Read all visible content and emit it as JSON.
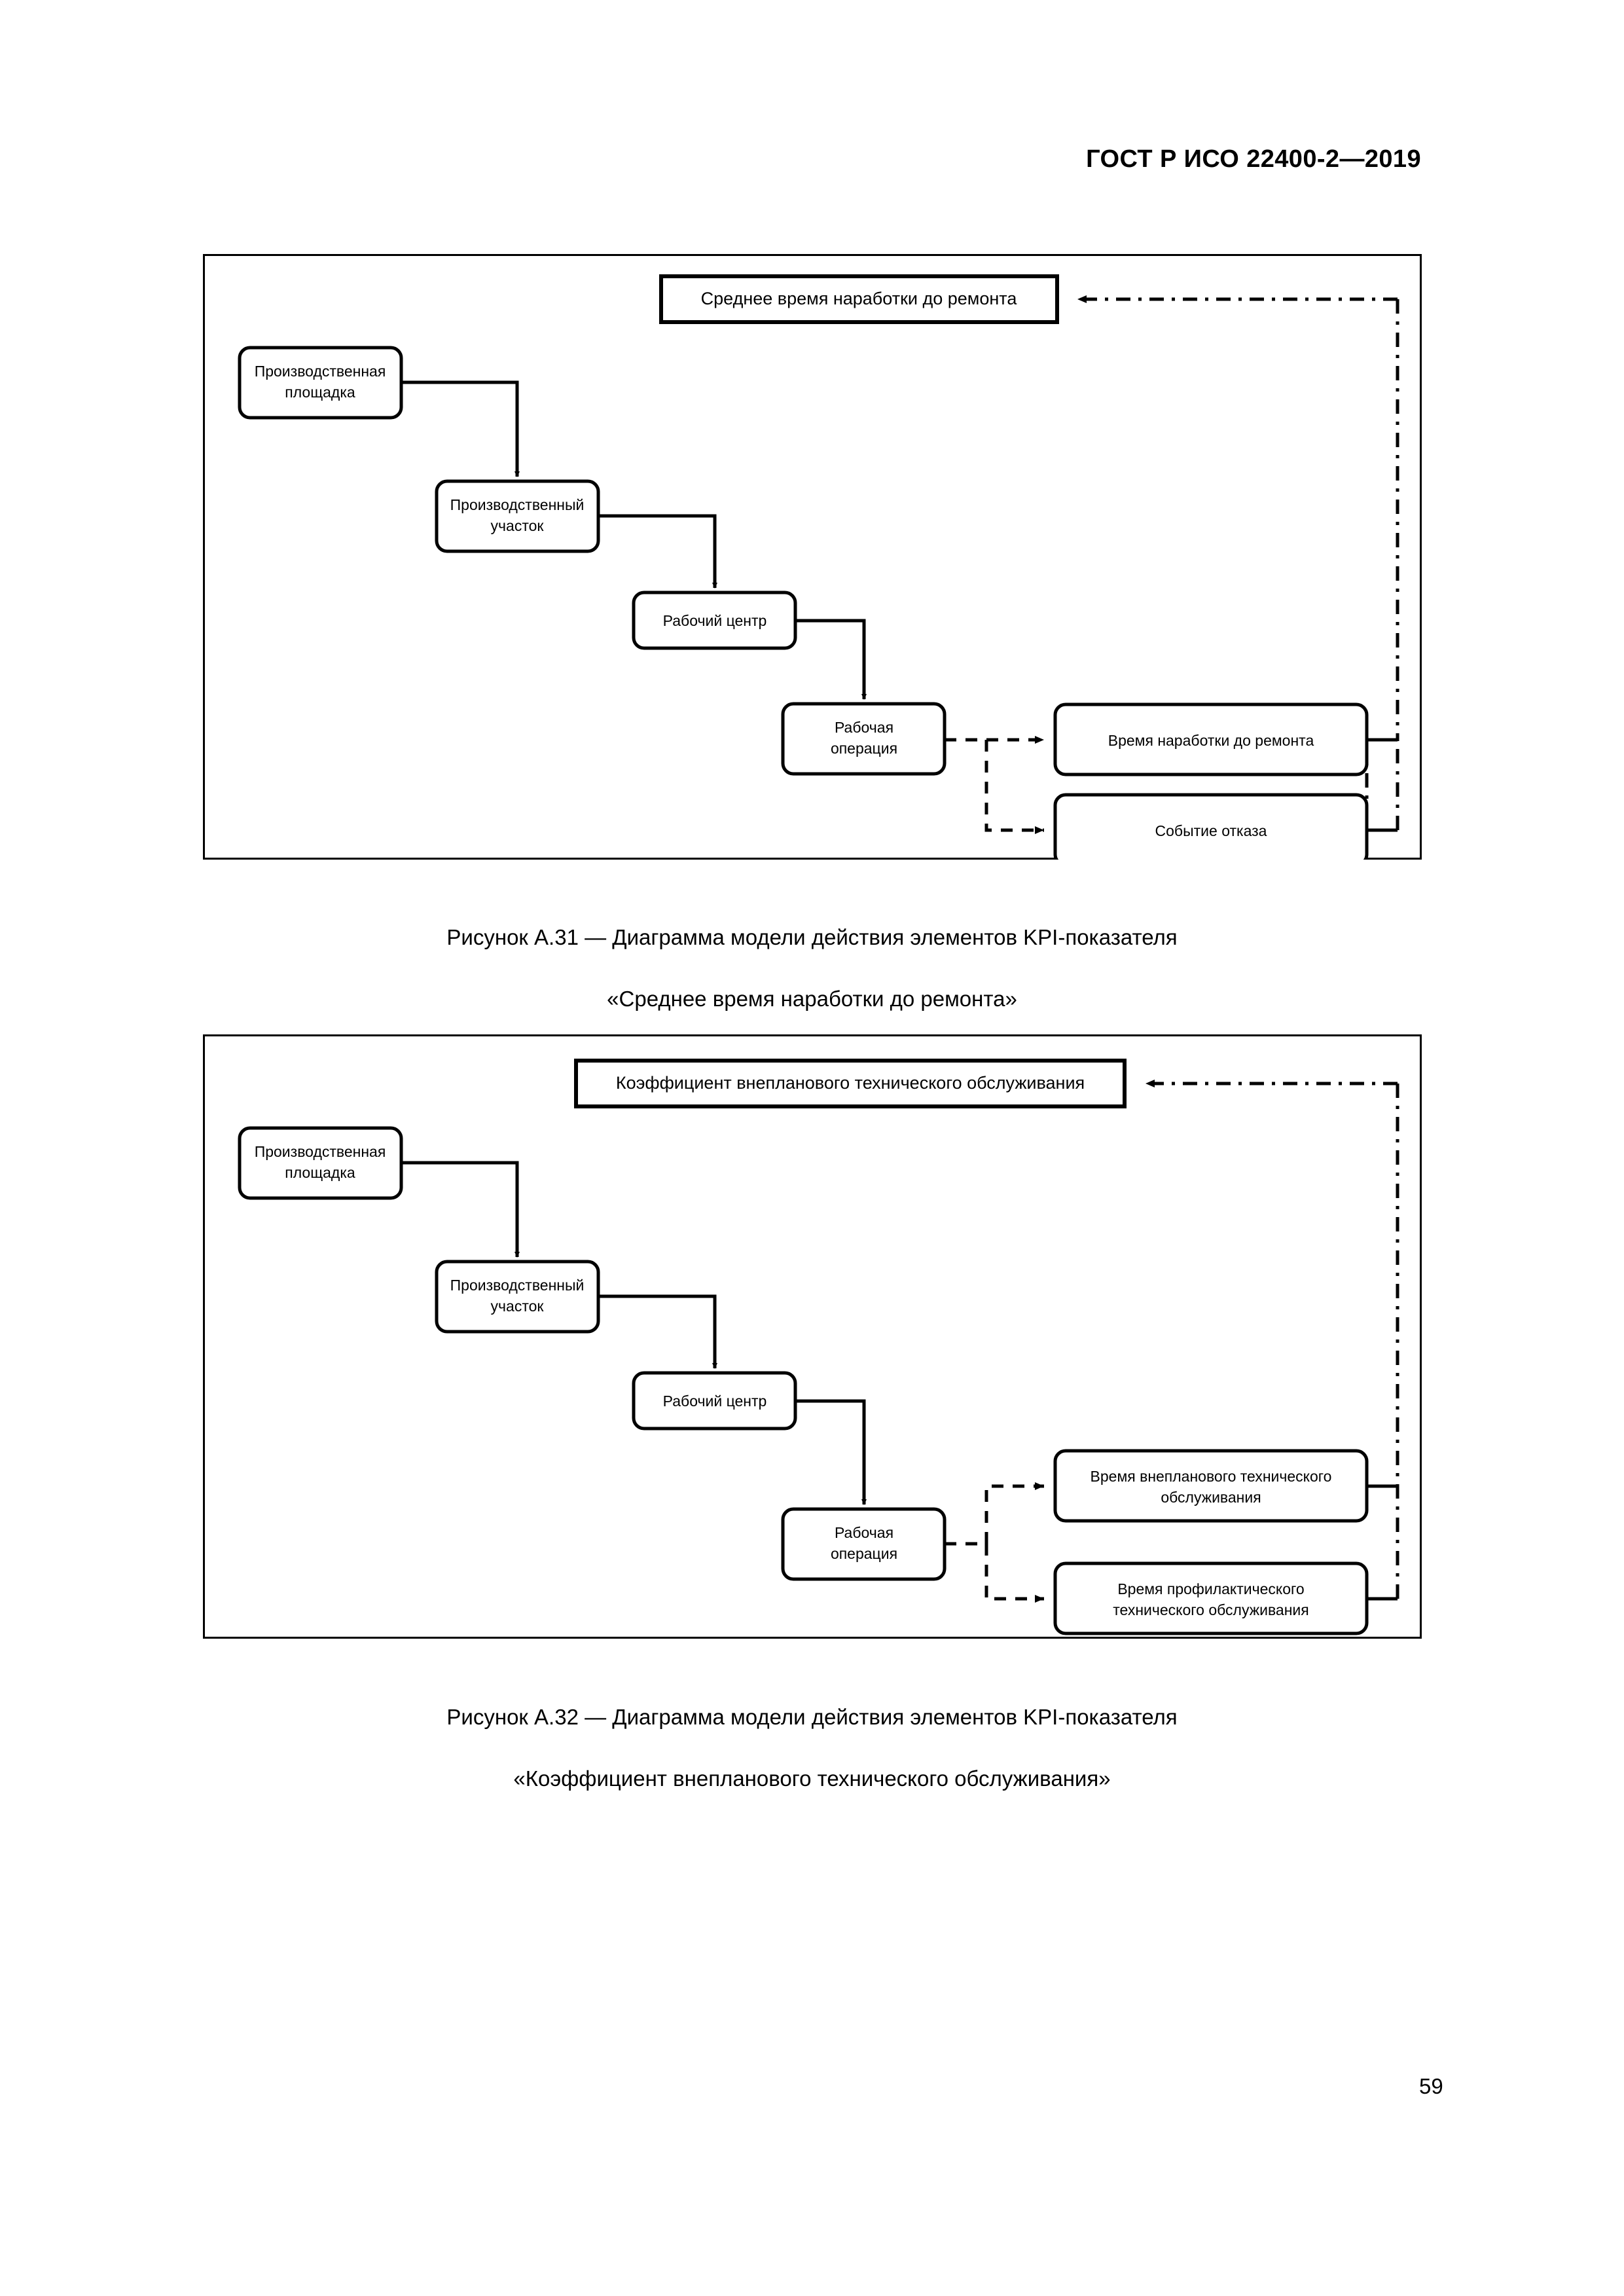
{
  "document": {
    "header": "ГОСТ Р ИСО 22400-2—2019",
    "page_number": "59"
  },
  "figures": [
    {
      "id": "A.31",
      "caption_line1": "Рисунок А.31 — Диаграмма модели действия элементов KPI-показателя",
      "caption_line2": "«Среднее время наработки до ремонта»",
      "title_box": "Среднее время наработки до ремонта",
      "nodes": {
        "site": "Производственная\nплощадка",
        "site_l1": "Производственная",
        "site_l2": "площадка",
        "area_l1": "Производственный",
        "area_l2": "участок",
        "work_center": "Рабочий центр",
        "work_unit_l1": "Рабочая",
        "work_unit_l2": "операция",
        "metric1": "Время наработки до ремонта",
        "metric2": "Событие отказа"
      }
    },
    {
      "id": "A.32",
      "caption_line1": "Рисунок А.32 — Диаграмма модели действия элементов KPI-показателя",
      "caption_line2": "«Коэффициент внепланового технического обслуживания»",
      "title_box": "Коэффициент внепланового технического обслуживания",
      "nodes": {
        "site_l1": "Производственная",
        "site_l2": "площадка",
        "area_l1": "Производственный",
        "area_l2": "участок",
        "work_center": "Рабочий центр",
        "work_unit_l1": "Рабочая",
        "work_unit_l2": "операция",
        "metric1_l1": "Время внепланового технического",
        "metric1_l2": "обслуживания",
        "metric2_l1": "Время профилактического",
        "metric2_l2": "технического обслуживания"
      }
    }
  ],
  "colors": {
    "ink": "#000000",
    "paper": "#ffffff"
  }
}
